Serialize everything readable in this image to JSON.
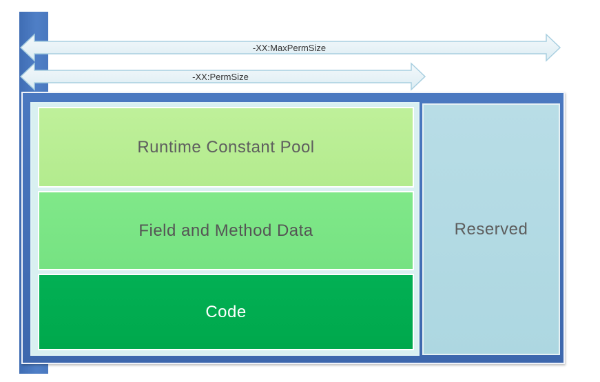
{
  "arrows": {
    "max_perm_size": "-XX:MaxPermSize",
    "perm_size": "-XX:PermSize"
  },
  "perm_gen": {
    "segments": [
      "Runtime Constant Pool",
      "Field and Method Data",
      "Code"
    ]
  },
  "reserved": {
    "label": "Reserved"
  },
  "colors": {
    "outer_frame": "#4a78c0",
    "runtime_constant_pool": "#bff09a",
    "field_and_method_data": "#80e889",
    "code": "#02b054",
    "reserved": "#b8dde6",
    "arrow_fill": "#e6f2f6",
    "arrow_stroke": "#a8cfe0"
  }
}
